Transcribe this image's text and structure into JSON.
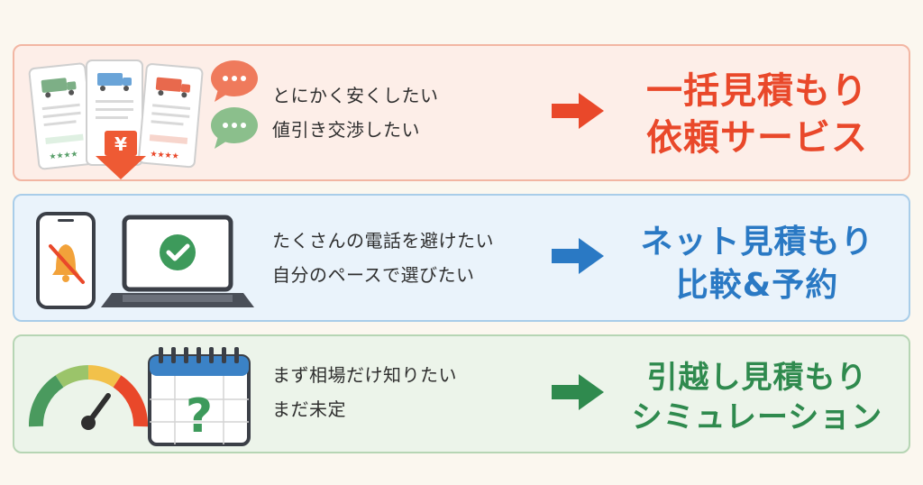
{
  "rows": [
    {
      "needs": [
        "とにかく安くしたい",
        "値引き交渉したい"
      ],
      "service": [
        "一括見積もり",
        "依頼サービス"
      ],
      "accent": "#e9482a",
      "icons": [
        "truck-quote-cards-icon",
        "yen-down-arrow-icon",
        "chat-bubble-icon"
      ]
    },
    {
      "needs": [
        "たくさんの電話を避けたい",
        "自分のペースで選びたい"
      ],
      "service": [
        "ネット見積もり",
        "比較&予約"
      ],
      "accent": "#2a79c4",
      "icons": [
        "phone-muted-bell-icon",
        "laptop-check-icon"
      ]
    },
    {
      "needs": [
        "まず相場だけ知りたい",
        "まだ未定"
      ],
      "service": [
        "引越し見積もり",
        "シミュレーション"
      ],
      "accent": "#2f8a4e",
      "icons": [
        "gauge-meter-icon",
        "calendar-question-icon"
      ]
    }
  ],
  "yen_symbol": "¥",
  "question_symbol": "?"
}
